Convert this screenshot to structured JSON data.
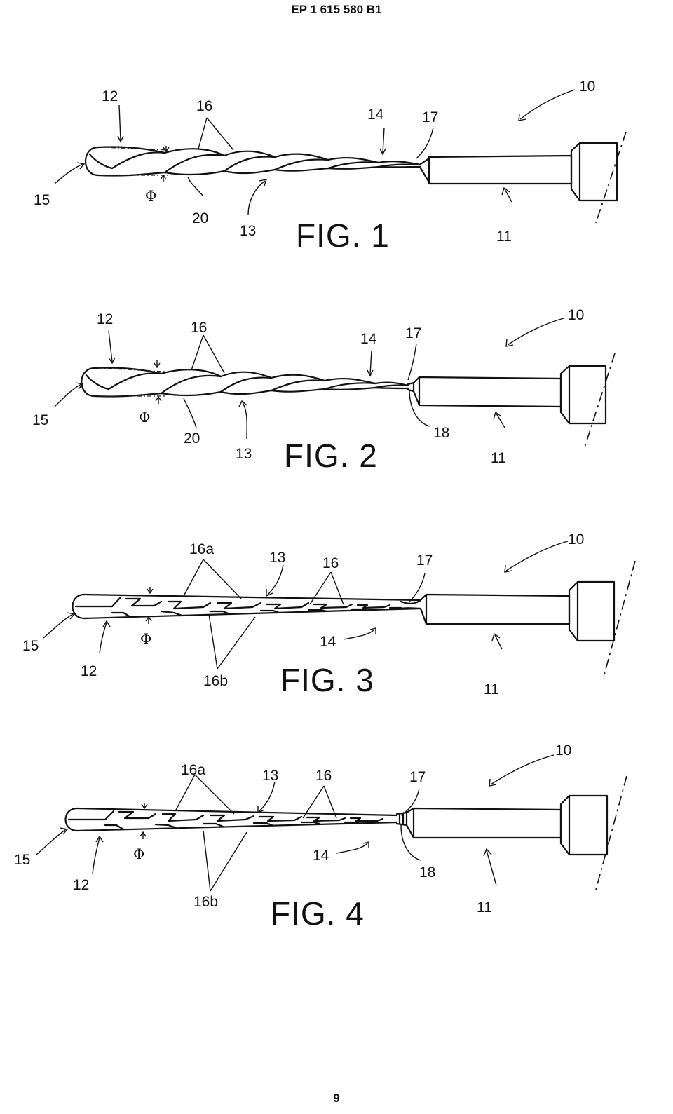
{
  "header": {
    "patent_number": "EP 1 615 580 B1"
  },
  "page": {
    "number": "9"
  },
  "figures": [
    {
      "caption": "FIG. 1",
      "labels": {
        "l10": "10",
        "l11": "11",
        "l12": "12",
        "l13": "13",
        "l14": "14",
        "l15": "15",
        "l16": "16",
        "l17": "17",
        "l20": "20",
        "phi": "Φ"
      }
    },
    {
      "caption": "FIG. 2",
      "labels": {
        "l10": "10",
        "l11": "11",
        "l12": "12",
        "l13": "13",
        "l14": "14",
        "l15": "15",
        "l16": "16",
        "l17": "17",
        "l18": "18",
        "l20": "20",
        "phi": "Φ"
      }
    },
    {
      "caption": "FIG. 3",
      "labels": {
        "l10": "10",
        "l11": "11",
        "l12": "12",
        "l13": "13",
        "l14": "14",
        "l15": "15",
        "l16": "16",
        "l16a": "16a",
        "l16b": "16b",
        "l17": "17",
        "phi": "Φ"
      }
    },
    {
      "caption": "FIG. 4",
      "labels": {
        "l10": "10",
        "l11": "11",
        "l12": "12",
        "l13": "13",
        "l14": "14",
        "l15": "15",
        "l16": "16",
        "l16a": "16a",
        "l16b": "16b",
        "l17": "17",
        "l18": "18",
        "phi": "Φ"
      }
    }
  ]
}
